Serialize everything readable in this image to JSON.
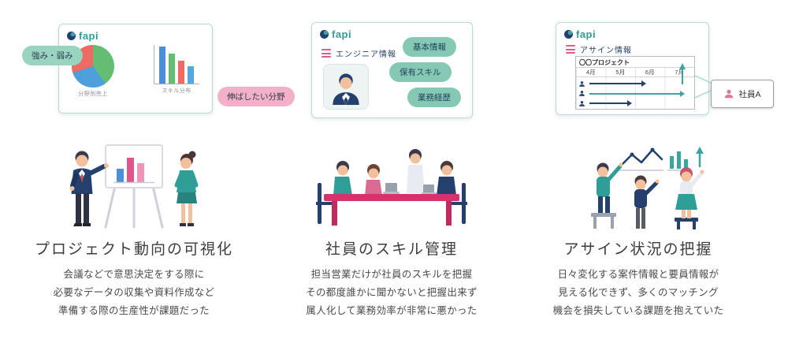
{
  "brand": {
    "name": "fapi",
    "accent_teal": "#2f9e96",
    "navy": "#24406e",
    "pink": "#d6336c"
  },
  "columns": [
    {
      "card": {
        "logo": "fapi",
        "left_bubble": "強み・弱み",
        "right_bubble": "伸ばしたい分野"
      },
      "heading": "プロジェクト動向の可視化",
      "description": [
        "会議などで意思決定をする際に",
        "必要なデータの収集や資料作成など",
        "準備する際の生産性が課題だった"
      ]
    },
    {
      "card": {
        "logo": "fapi",
        "menu_label": "エンジニア情報",
        "tags": [
          "基本情報",
          "保有スキル",
          "業務経歴"
        ]
      },
      "heading": "社員のスキル管理",
      "description": [
        "担当営業だけが社員のスキルを把握",
        "その都度誰かに聞かないと把握出来ず",
        "属人化して業務効率が非常に悪かった"
      ]
    },
    {
      "card": {
        "logo": "fapi",
        "menu_label": "アサイン情報",
        "project_title": "〇〇プロジェクト",
        "months": [
          "4月",
          "5月",
          "6月",
          "7月"
        ],
        "gantt_rows": [
          {
            "color": "navy",
            "width": 66
          },
          {
            "color": "teal",
            "width": 115
          },
          {
            "color": "navy",
            "width": 48
          }
        ],
        "callout_label": "社員A"
      },
      "heading": "アサイン状況の把握",
      "description": [
        "日々変化する案件情報と要員情報が",
        "見える化できず、多くのマッチング",
        "機会を損失している課題を抱えていた"
      ]
    }
  ],
  "chart_data": [
    {
      "type": "pie",
      "title": "分野別売上",
      "values": [
        40,
        30,
        30
      ],
      "colors": [
        "#63bd72",
        "#4d9fdb",
        "#ef6a63"
      ]
    },
    {
      "type": "bar",
      "title": "スキル分布",
      "values": [
        95,
        78,
        60,
        45
      ],
      "colors": [
        "#4d8fd6",
        "#63bd72",
        "#ef6a63",
        "#54a8dd"
      ]
    }
  ]
}
